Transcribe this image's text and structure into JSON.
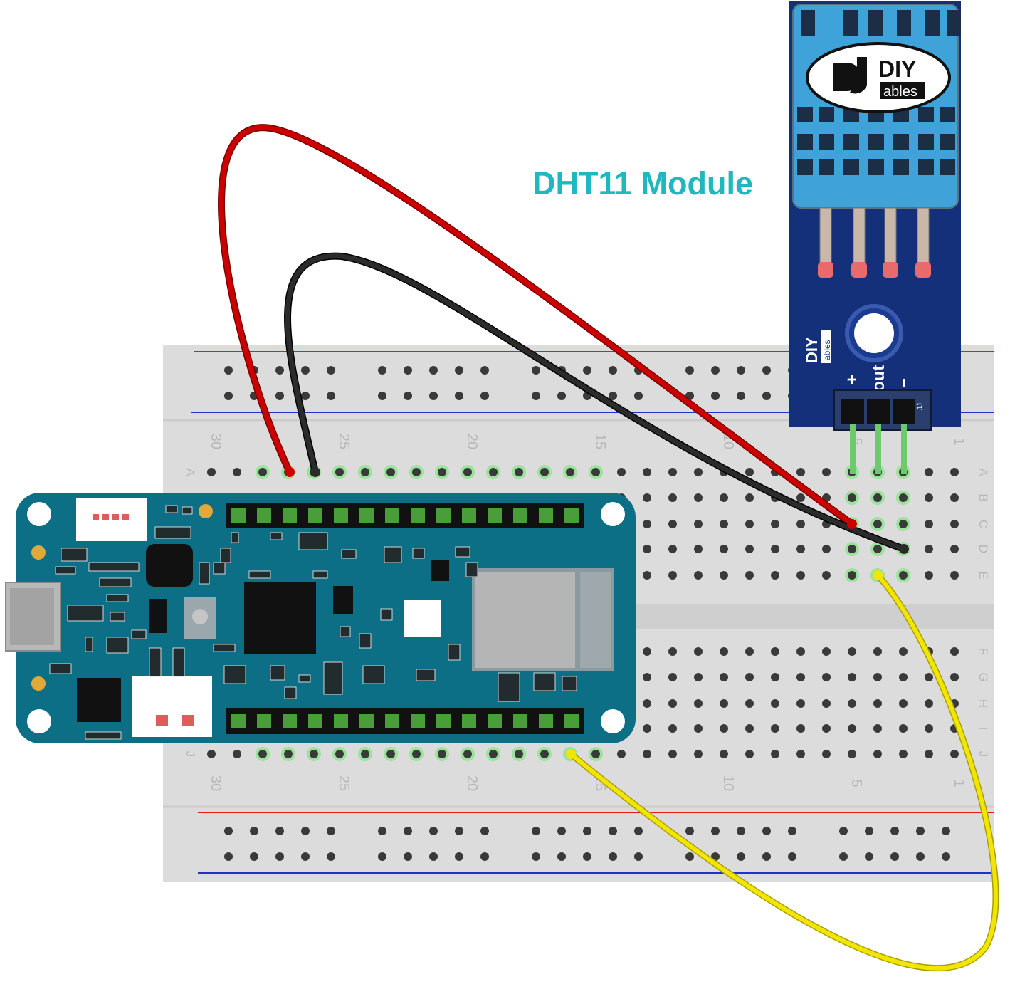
{
  "module_label": "DHT11 Module",
  "logo": {
    "top": "DIY",
    "bottom": "ables"
  },
  "pin_labels": {
    "plus": "+",
    "out": "out",
    "minus": "−",
    "marking": "JJ"
  },
  "breadboard": {
    "column_numbers": [
      "30",
      "25",
      "20",
      "15",
      "10",
      "5",
      "1"
    ],
    "row_letters_top": [
      "A",
      "B",
      "C",
      "D",
      "E"
    ],
    "row_letters_bottom": [
      "F",
      "G",
      "H",
      "I",
      "J"
    ]
  },
  "colors": {
    "wire_power": "#cc0000",
    "wire_ground": "#222222",
    "wire_signal": "#f2e600",
    "board": "#0d6f86",
    "module_pcb": "#14307a",
    "sensor_body": "#3fa2d8",
    "label": "#1fb8bf",
    "rail_red": "#e01b1b",
    "rail_blue": "#2233cc"
  }
}
